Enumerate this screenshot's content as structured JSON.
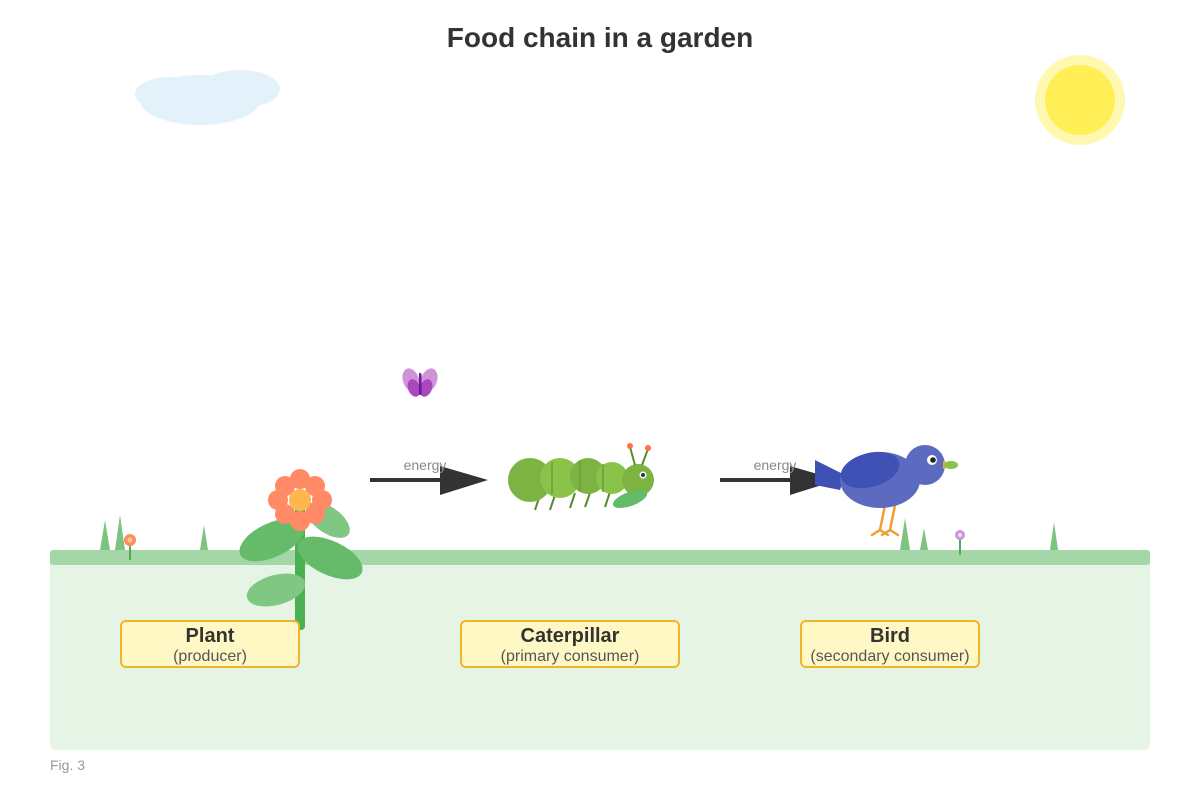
{
  "title": "Food chain in a garden",
  "caption": "Fig. 3",
  "organisms": [
    {
      "name": "Plant",
      "role": "(producer)",
      "icon": "flower-icon"
    },
    {
      "name": "Caterpillar",
      "role": "(primary consumer)",
      "icon": "caterpillar-icon"
    },
    {
      "name": "Bird",
      "role": "(secondary consumer)",
      "icon": "bird-icon"
    }
  ],
  "arrows": [
    {
      "label": "energy"
    },
    {
      "label": "energy"
    }
  ],
  "decorations": [
    "sun-icon",
    "cloud-icon",
    "butterfly-icon",
    "grass-icon",
    "small-flower-icon"
  ],
  "colors": {
    "ground": "#e6f4e6",
    "grass_strip": "#a5d6a7",
    "label_fill": "#fff8c4",
    "label_border": "#f0b429",
    "arrow": "#333333",
    "sun": "#ffee55"
  }
}
